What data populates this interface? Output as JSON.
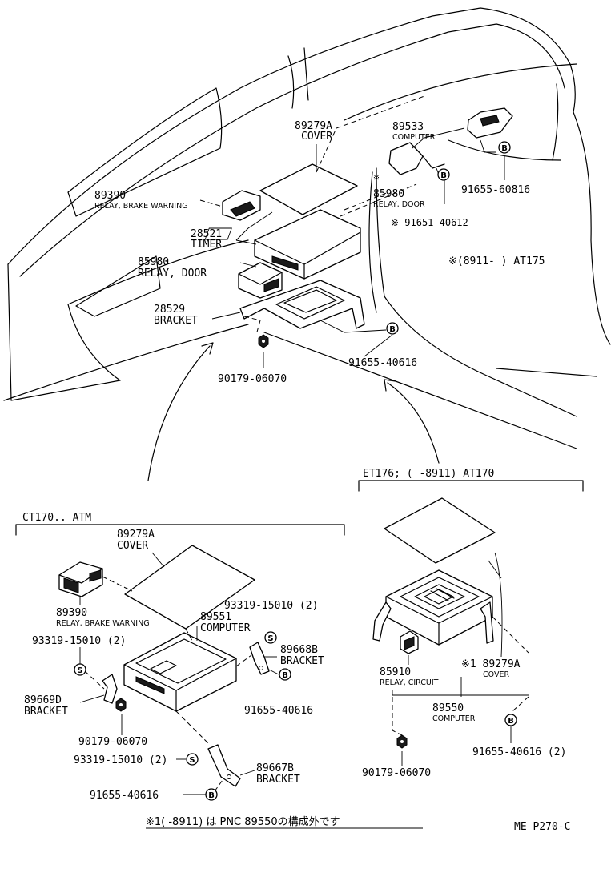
{
  "labels": {
    "cover_top_pn": "89279A",
    "cover_top_name": "COVER",
    "computer_top_pn": "89533",
    "computer_top_name": "COMPUTER",
    "relay_brake_top_pn": "89390",
    "relay_brake_top_name": "RELAY, BRAKE WARNING",
    "relay_door_small_mark": "※",
    "relay_door_small_pn": "85980",
    "relay_door_small_name": "RELAY, DOOR",
    "bolt_60816": "91655-60816",
    "bolt_40612": "※ 91651-40612",
    "timer_pn": "28521",
    "timer_name": "TIMER",
    "relay_door_pn": "85980",
    "relay_door_name": "RELAY, DOOR",
    "bracket_top_pn": "28529",
    "bracket_top_name": "BRACKET",
    "bolt_40616_top": "91655-40616",
    "nut_top": "90179-06070",
    "applicability_note": "※(8911-        ) AT175",
    "left_section_title": "CT170.. ATM",
    "right_section_title": "ET176; (       -8911) AT170",
    "left_cover_pn": "89279A",
    "left_cover_name": "COVER",
    "left_relay_pn": "89390",
    "left_relay_name": "RELAY, BRAKE WARNING",
    "left_screw_top": "93319-15010 (2)",
    "left_computer_pn": "89551",
    "left_computer_name": "COMPUTER",
    "left_screw_left": "93319-15010 (2)",
    "left_bracket_668_pn": "89668B",
    "left_bracket_668_name": "BRACKET",
    "left_bracket_669_pn": "89669D",
    "left_bracket_669_name": "BRACKET",
    "left_bolt_40616": "91655-40616",
    "left_nut": "90179-06070",
    "left_screw_bottom": "93319-15010 (2)",
    "left_bracket_667_pn": "89667B",
    "left_bracket_667_name": "BRACKET",
    "left_bolt_bottom": "91655-40616",
    "right_relay_pn": "85910",
    "right_relay_name": "RELAY, CIRCUIT",
    "right_cover_pn": "※1 89279A",
    "right_cover_name": "COVER",
    "right_computer_pn": "89550",
    "right_computer_name": "COMPUTER",
    "right_nut": "90179-06070",
    "right_bolt": "91655-40616 (2)",
    "footnote": "※1(       -8911) は PNC 89550の構成外です",
    "page_ref": "ME P270-C"
  },
  "markers": {
    "bolt": "B",
    "screw": "S"
  }
}
